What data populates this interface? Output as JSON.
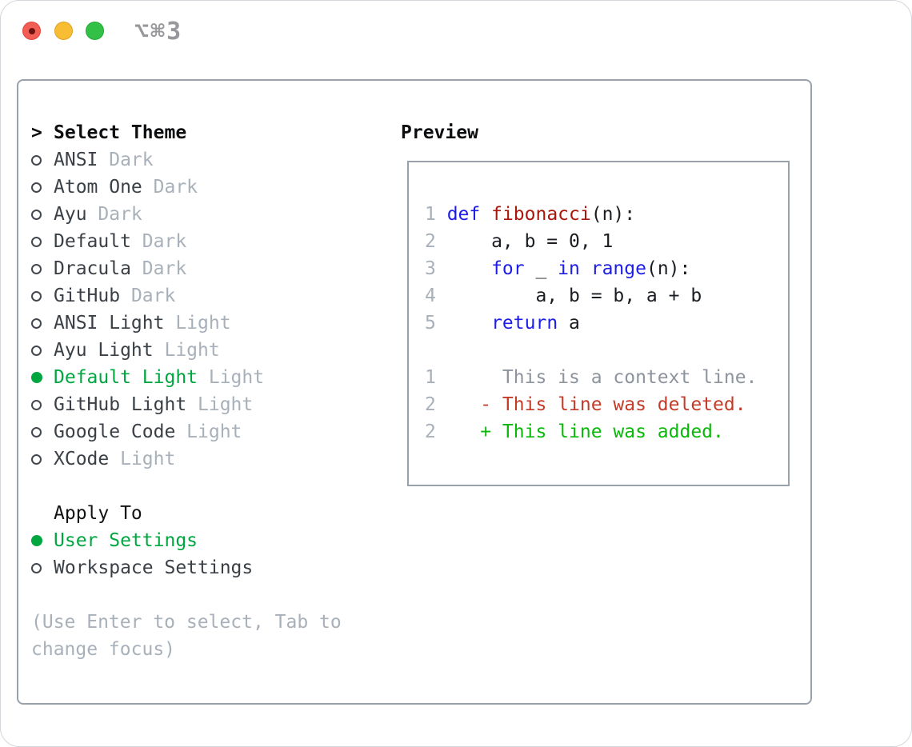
{
  "window": {
    "shortcut": "⌥⌘3"
  },
  "colors": {
    "traffic_red": "#f25d54",
    "traffic_yellow": "#f7bd33",
    "traffic_green": "#32c146",
    "selection_green": "#00a640",
    "added_green": "#09b909",
    "deleted_red": "#c43b28",
    "keyword_blue": "#1d1de8",
    "function_red": "#a8170b",
    "muted_gray": "#a8b0ba",
    "panel_border": "#99a1ab"
  },
  "theme_picker": {
    "header_marker": ">",
    "header_label": "Select Theme",
    "items": [
      {
        "name": "ANSI",
        "tag": "Dark",
        "selected": false
      },
      {
        "name": "Atom One",
        "tag": "Dark",
        "selected": false
      },
      {
        "name": "Ayu",
        "tag": "Dark",
        "selected": false
      },
      {
        "name": "Default",
        "tag": "Dark",
        "selected": false
      },
      {
        "name": "Dracula",
        "tag": "Dark",
        "selected": false
      },
      {
        "name": "GitHub",
        "tag": "Dark",
        "selected": false
      },
      {
        "name": "ANSI Light",
        "tag": "Light",
        "selected": false
      },
      {
        "name": "Ayu Light",
        "tag": "Light",
        "selected": false
      },
      {
        "name": "Default Light",
        "tag": "Light",
        "selected": true
      },
      {
        "name": "GitHub Light",
        "tag": "Light",
        "selected": false
      },
      {
        "name": "Google Code",
        "tag": "Light",
        "selected": false
      },
      {
        "name": "XCode",
        "tag": "Light",
        "selected": false
      }
    ]
  },
  "apply_to": {
    "label": "Apply To",
    "options": [
      {
        "label": "User Settings",
        "selected": true
      },
      {
        "label": "Workspace Settings",
        "selected": false
      }
    ]
  },
  "help_text": "(Use Enter to select, Tab to change focus)",
  "preview": {
    "label": "Preview",
    "code_lines": [
      {
        "num": "1",
        "tokens": [
          {
            "t": "def",
            "c": "kw"
          },
          {
            "t": " "
          },
          {
            "t": "fibonacci",
            "c": "fn"
          },
          {
            "t": "(n):"
          }
        ]
      },
      {
        "num": "2",
        "tokens": [
          {
            "t": "    a, b = 0, 1"
          }
        ]
      },
      {
        "num": "3",
        "tokens": [
          {
            "t": "    "
          },
          {
            "t": "for",
            "c": "kw"
          },
          {
            "t": " _ "
          },
          {
            "t": "in",
            "c": "kw"
          },
          {
            "t": " "
          },
          {
            "t": "range",
            "c": "kw"
          },
          {
            "t": "(n):"
          }
        ]
      },
      {
        "num": "4",
        "tokens": [
          {
            "t": "        a, b = b, a + b"
          }
        ]
      },
      {
        "num": "5",
        "tokens": [
          {
            "t": "    "
          },
          {
            "t": "return",
            "c": "kw"
          },
          {
            "t": " a"
          }
        ]
      }
    ],
    "diff_lines": [
      {
        "num": "1",
        "kind": "context",
        "text": "     This is a context line."
      },
      {
        "num": "2",
        "kind": "deleted",
        "text": "   - This line was deleted."
      },
      {
        "num": "2",
        "kind": "added",
        "text": "   + This line was added."
      }
    ]
  }
}
